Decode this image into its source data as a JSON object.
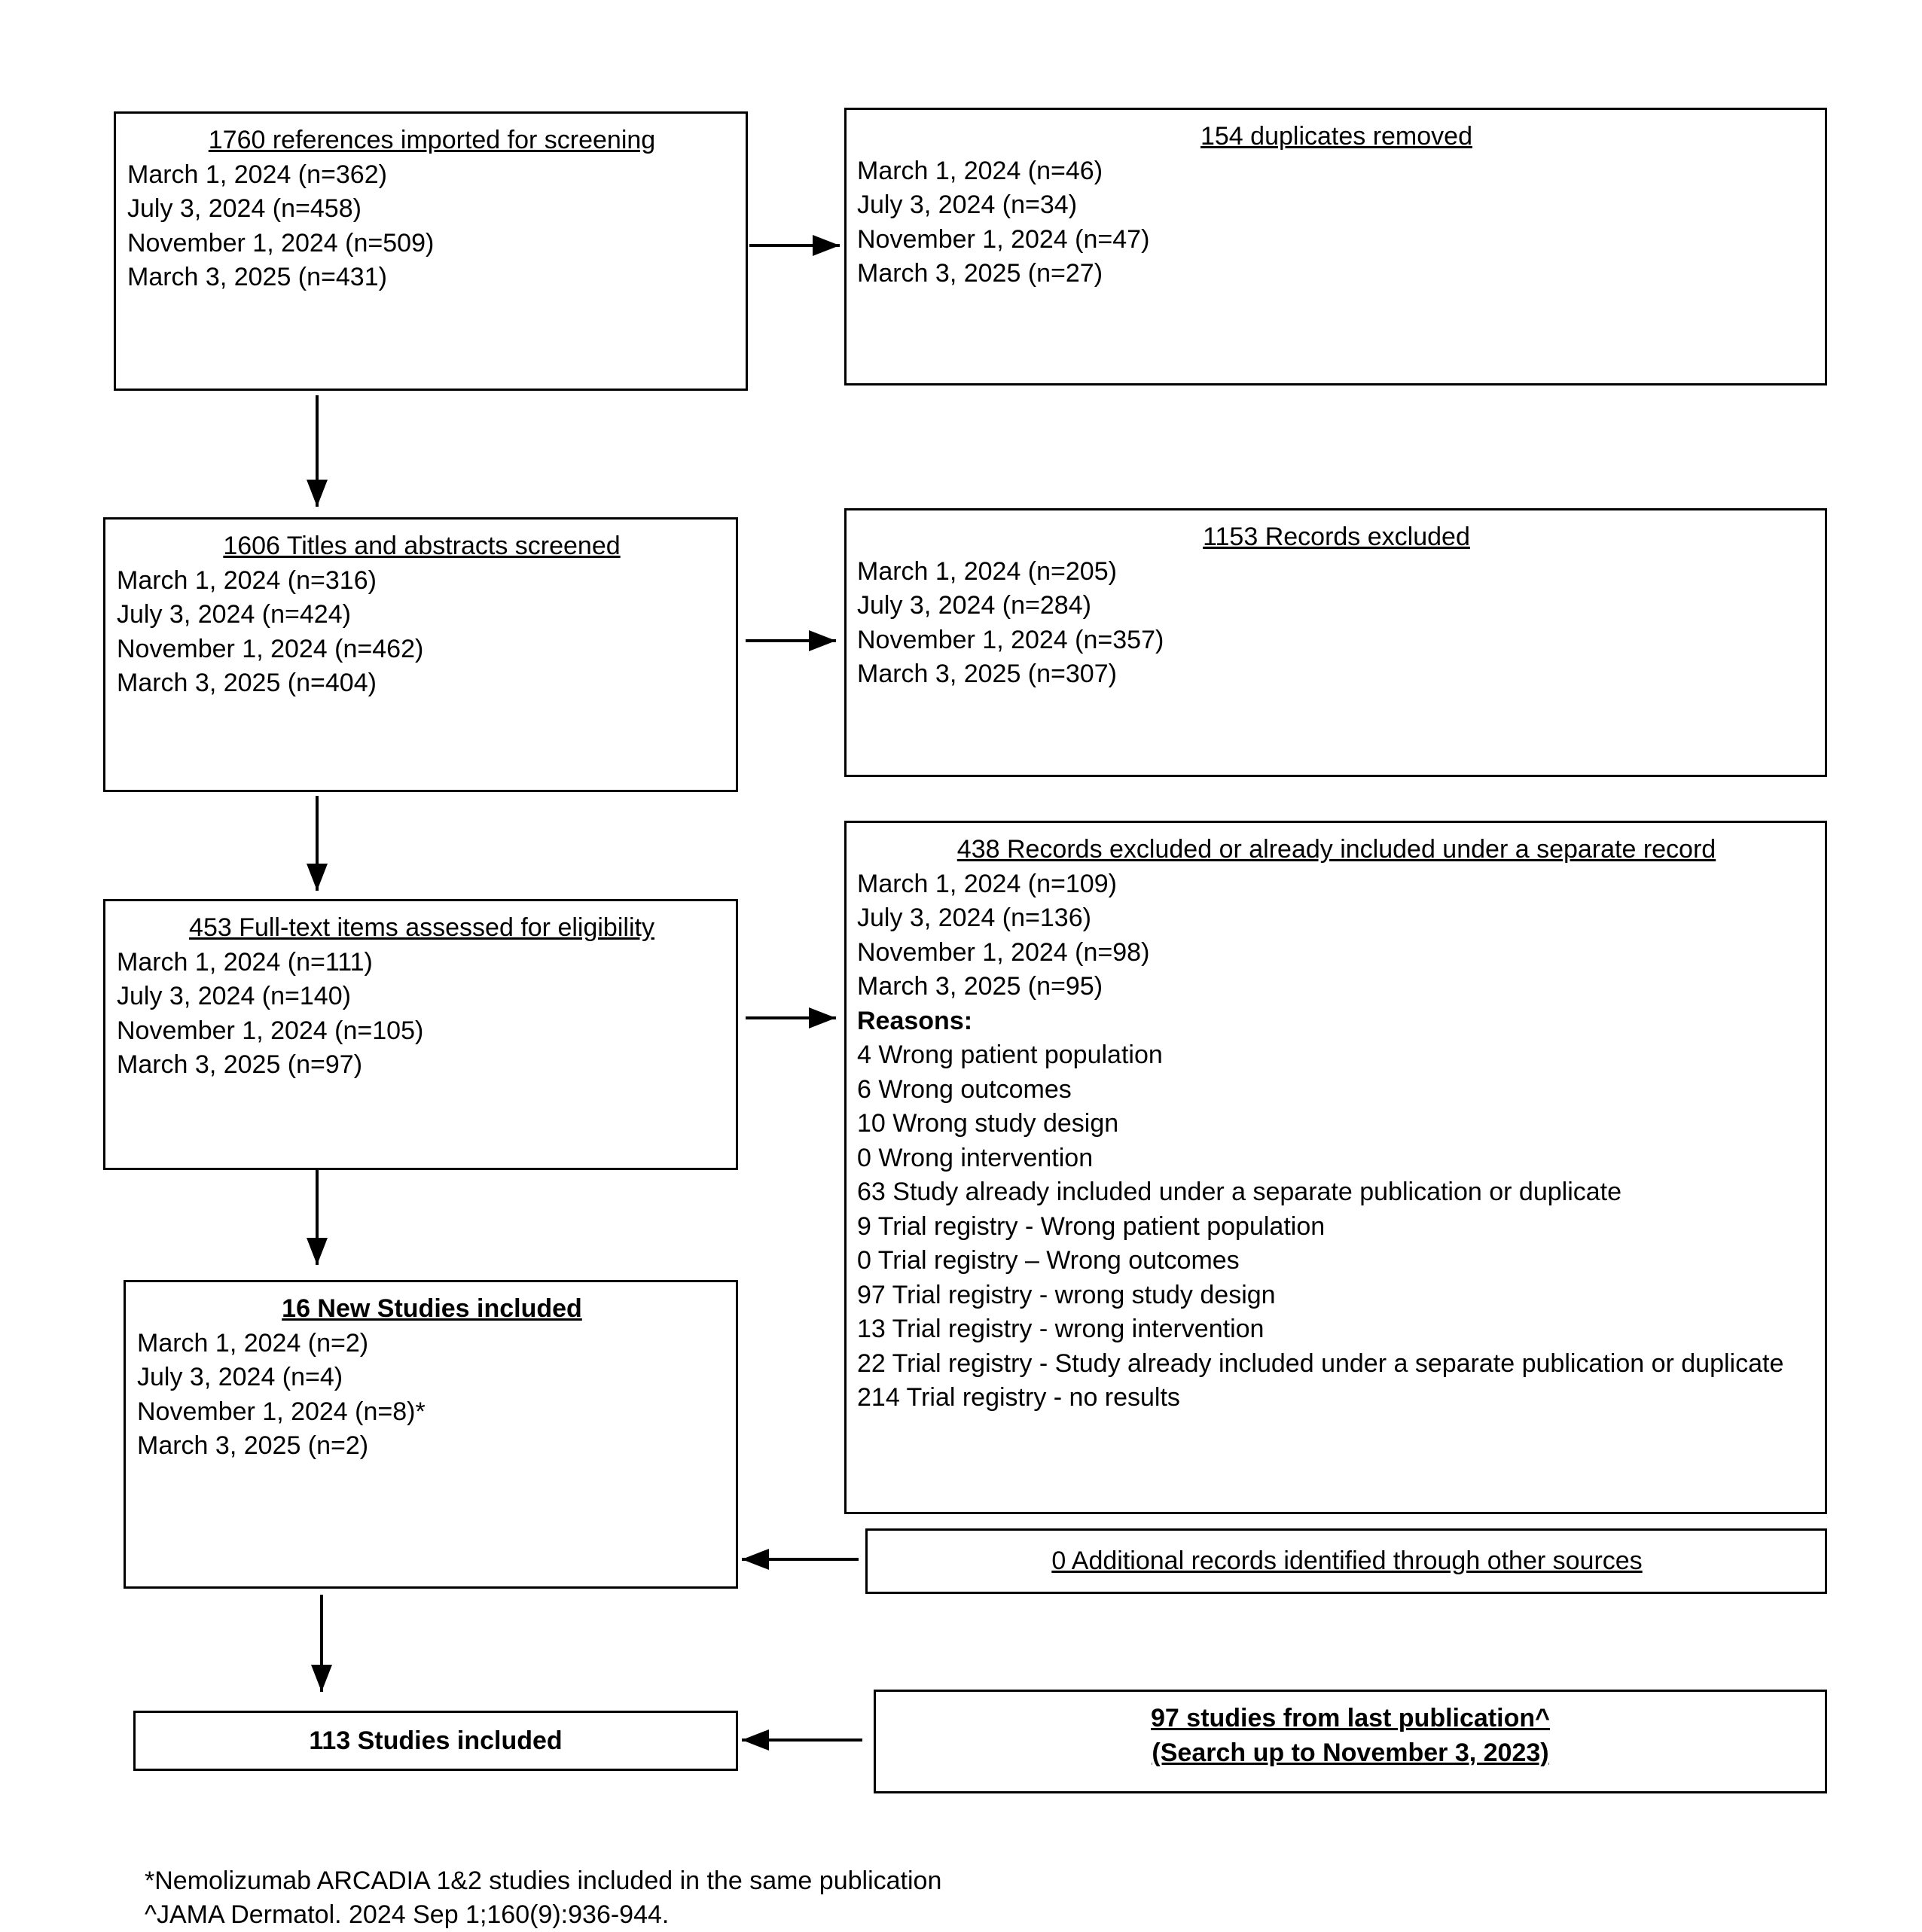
{
  "boxes": {
    "imported": {
      "title": "1760 references imported for screening",
      "lines": [
        "March 1, 2024 (n=362)",
        "July 3, 2024 (n=458)",
        "November 1, 2024 (n=509)",
        "March 3, 2025 (n=431)"
      ]
    },
    "duplicates": {
      "title": "154 duplicates removed",
      "lines": [
        "March 1, 2024 (n=46)",
        "July 3, 2024 (n=34)",
        "November 1, 2024 (n=47)",
        "March 3, 2025 (n=27)"
      ]
    },
    "screened": {
      "title": "1606 Titles and abstracts screened",
      "lines": [
        "March 1, 2024 (n=316)",
        "July 3, 2024 (n=424)",
        "November 1, 2024 (n=462)",
        "March 3, 2025 (n=404)"
      ]
    },
    "records_excluded": {
      "title": "1153 Records excluded",
      "lines": [
        "March 1, 2024 (n=205)",
        "July 3, 2024 (n=284)",
        "November 1, 2024 (n=357)",
        "March 3, 2025 (n=307)"
      ]
    },
    "fulltext": {
      "title": "453 Full-text items assessed for eligibility",
      "lines": [
        "March 1, 2024 (n=111)",
        "July 3, 2024 (n=140)",
        "November 1, 2024 (n=105)",
        "March 3, 2025 (n=97)"
      ]
    },
    "excluded_separate": {
      "title": "438 Records excluded or already included under a separate record",
      "lines": [
        "March 1, 2024 (n=109)",
        "July 3, 2024 (n=136)",
        "November 1, 2024 (n=98)",
        "March 3, 2025 (n=95)"
      ],
      "reasons_label": "Reasons:",
      "reasons": [
        "4 Wrong patient population",
        "6 Wrong outcomes",
        "10 Wrong study design",
        "0 Wrong intervention",
        "63 Study already included under a separate publication or duplicate",
        "9 Trial registry - Wrong patient population",
        "0 Trial registry – Wrong outcomes",
        "97 Trial registry - wrong study design",
        "13 Trial registry - wrong intervention",
        "22 Trial registry - Study already included under a separate publication or duplicate",
        "214 Trial registry - no results"
      ]
    },
    "new_studies": {
      "title": "16 New Studies included",
      "lines": [
        "March 1, 2024 (n=2)",
        "July 3, 2024 (n=4)",
        "November 1, 2024 (n=8)*",
        "March 3, 2025 (n=2)"
      ]
    },
    "additional": {
      "title": "0 Additional records identified through other sources"
    },
    "total_included": {
      "title": "113 Studies included"
    },
    "last_publication": {
      "title_line1": "97 studies from last publication^",
      "title_line2": "(Search up to November 3, 2023)"
    }
  },
  "footnotes": [
    "*Nemolizumab ARCADIA 1&2 studies included in the same publication",
    "^JAMA Dermatol. 2024 Sep 1;160(9):936-944."
  ]
}
